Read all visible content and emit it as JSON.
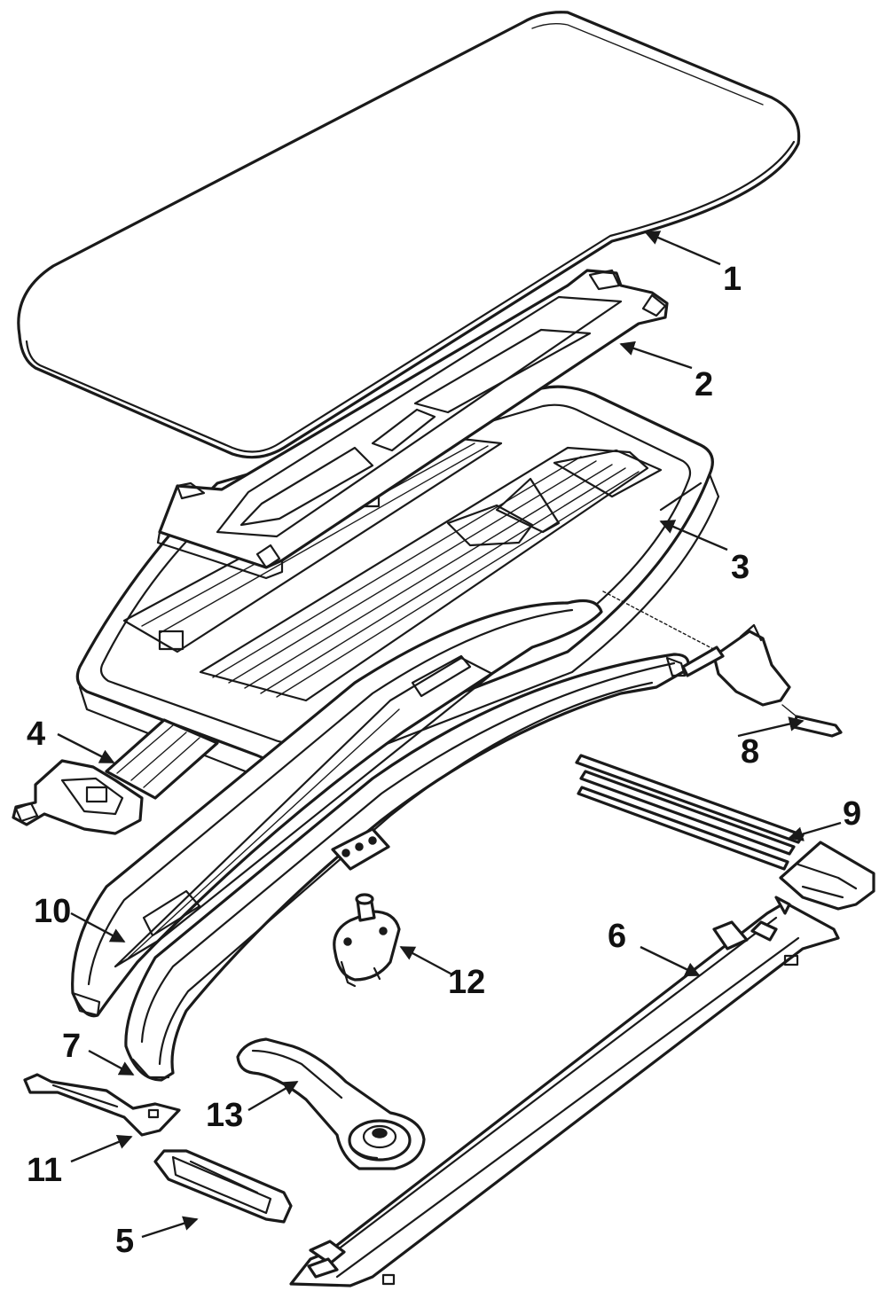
{
  "colors": {
    "ink": "#1a1a1a",
    "background": "#ffffff"
  },
  "callouts": [
    {
      "id": "1",
      "label": "1"
    },
    {
      "id": "2",
      "label": "2"
    },
    {
      "id": "3",
      "label": "3"
    },
    {
      "id": "4",
      "label": "4"
    },
    {
      "id": "5",
      "label": "5"
    },
    {
      "id": "6",
      "label": "6"
    },
    {
      "id": "7",
      "label": "7"
    },
    {
      "id": "8",
      "label": "8"
    },
    {
      "id": "9",
      "label": "9"
    },
    {
      "id": "10",
      "label": "10"
    },
    {
      "id": "11",
      "label": "11"
    },
    {
      "id": "12",
      "label": "12"
    },
    {
      "id": "13",
      "label": "13"
    }
  ]
}
